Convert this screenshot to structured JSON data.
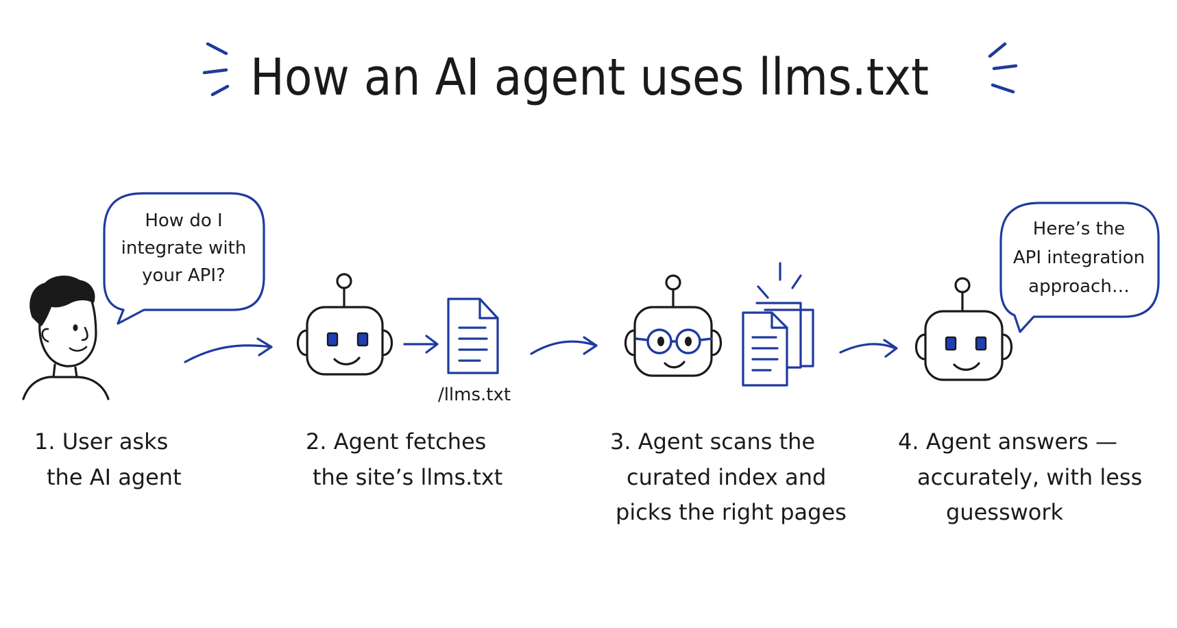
{
  "title": "How an AI agent uses llms.txt",
  "colors": {
    "ink": "#1a1a1a",
    "accent": "#1f3a9e",
    "eye_fill": "#1f3fb8",
    "background": "#ffffff"
  },
  "bubbles": {
    "user_question": [
      "How do I",
      "integrate with",
      "your API?"
    ],
    "agent_answer": [
      "Here’s the",
      "API integration",
      "approach…"
    ]
  },
  "file_label": "/llms.txt",
  "steps": [
    {
      "lines": [
        "1. User asks",
        "the AI agent"
      ]
    },
    {
      "lines": [
        "2. Agent fetches",
        "the site’s llms.txt"
      ]
    },
    {
      "lines": [
        "3. Agent scans the",
        "curated index and",
        "picks the right pages"
      ]
    },
    {
      "lines": [
        "4. Agent answers —",
        "accurately, with less",
        "guesswork"
      ]
    }
  ],
  "icons": {
    "user": "person-icon",
    "robot": "robot-icon",
    "robot_glasses": "robot-with-glasses-icon",
    "document": "document-icon",
    "documents_stack": "document-stack-icon",
    "arrow": "arrow-right-icon",
    "sparkle": "sparkle-lines-icon"
  }
}
